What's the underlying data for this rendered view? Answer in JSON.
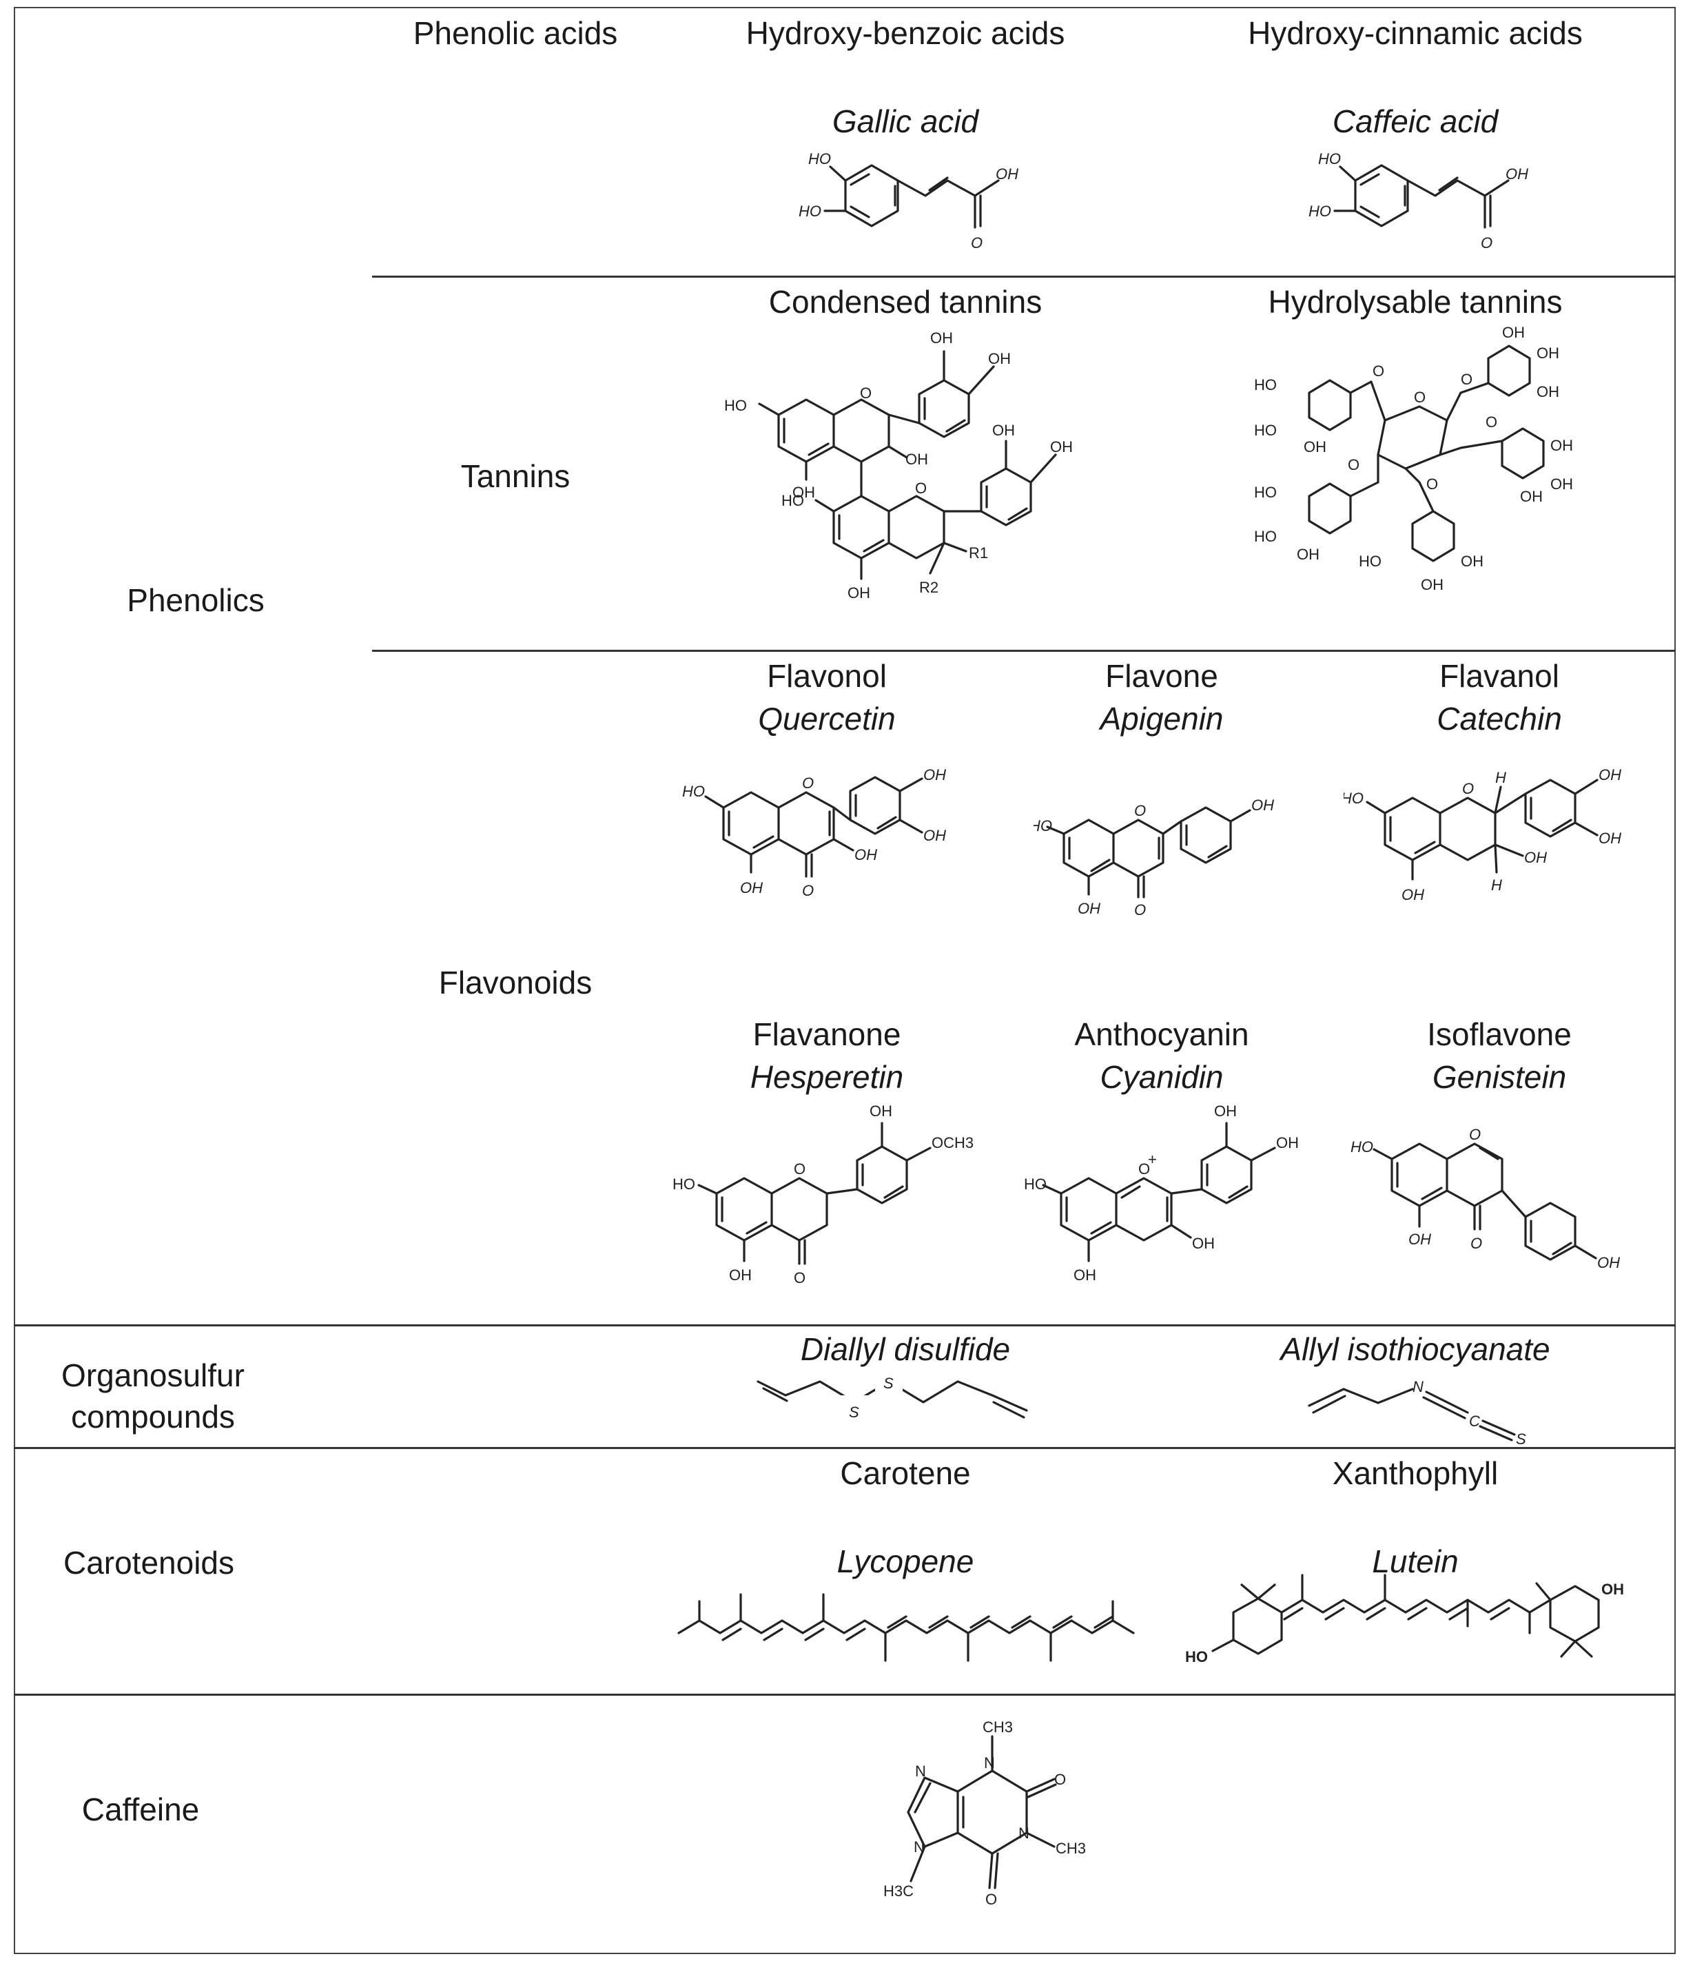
{
  "categories": {
    "phenolics": "Phenolics",
    "phenolic_acids": "Phenolic acids",
    "tannins": "Tannins",
    "flavonoids": "Flavonoids",
    "organosulfur_line1": "Organosulfur",
    "organosulfur_line2": "compounds",
    "carotenoids": "Carotenoids",
    "caffeine": "Caffeine"
  },
  "phenolic_acids": {
    "hb_header": "Hydroxy-benzoic acids",
    "hc_header": "Hydroxy-cinnamic acids",
    "hb_example": "Gallic acid",
    "hc_example": "Caffeic acid"
  },
  "tannins": {
    "condensed": "Condensed tannins",
    "hydrolysable": "Hydrolysable tannins"
  },
  "flavonoids": {
    "flavonol": "Flavonol",
    "quercetin": "Quercetin",
    "flavone": "Flavone",
    "apigenin": "Apigenin",
    "flavanol": "Flavanol",
    "catechin": "Catechin",
    "flavanone": "Flavanone",
    "hesperetin": "Hesperetin",
    "anthocyanin": "Anthocyanin",
    "cyanidin": "Cyanidin",
    "isoflavone": "Isoflavone",
    "genistein": "Genistein"
  },
  "organosulfur": {
    "diallyl": "Diallyl disulfide",
    "allyl": "Allyl isothiocyanate"
  },
  "carotenoids": {
    "carotene": "Carotene",
    "xanthophyll": "Xanthophyll",
    "lycopene": "Lycopene",
    "lutein": "Lutein"
  },
  "atoms": {
    "oh": "OH",
    "ho": "HO",
    "o": "O",
    "s": "S",
    "n": "N",
    "c": "C",
    "h": "H",
    "r1": "R1",
    "r2": "R2",
    "och3": "OCH3",
    "ch3": "CH3",
    "h3c": "H3C",
    "plus": "+"
  }
}
